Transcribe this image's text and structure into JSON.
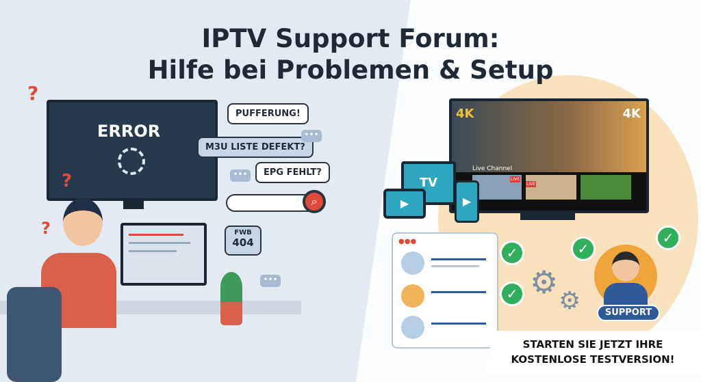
{
  "title": {
    "line1": "IPTV Support Forum:",
    "line2": "Hilfe bei Problemen & Setup"
  },
  "left": {
    "error_text": "ERROR",
    "bubbles": [
      "PUFFERUNG!",
      "M3U LISTE DEFEKT?",
      "EPG FEHLT?"
    ],
    "error_bubble": {
      "line1": "FWB",
      "line2": "404"
    },
    "question_mark": "?"
  },
  "right": {
    "tv": {
      "badge_left": "4K",
      "badge_right": "4K",
      "row_label": "Live Channel",
      "live_badge": "LIVE"
    },
    "small_tv_label": "TV",
    "support_label": "SUPPORT"
  },
  "cta": {
    "line1": "STARTEN SIE JETZT IHRE",
    "line2": "KOSTENLOSE TESTVERSION!"
  },
  "colors": {
    "left_bg": "#e3eaf2",
    "accent_green": "#2fae5b",
    "accent_red": "#e04a3a",
    "support_blue": "#2d5b9a"
  }
}
